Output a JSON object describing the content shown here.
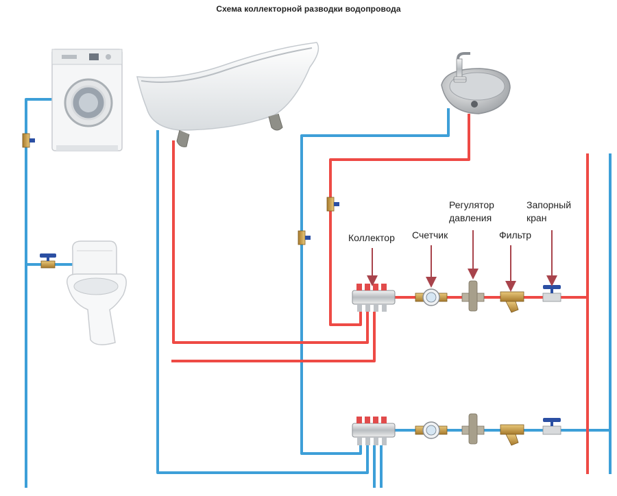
{
  "title": "Схема коллекторной разводки водопровода",
  "labels": {
    "collector": "Коллектор",
    "meter": "Счетчик",
    "pressure_regulator_line1": "Регулятор",
    "pressure_regulator_line2": "давления",
    "filter": "Фильтр",
    "shutoff_valve_line1": "Запорный",
    "shutoff_valve_line2": "кран"
  },
  "colors": {
    "hot_pipe": "#ee4a45",
    "cold_pipe": "#3d9fd8",
    "arrow": "#a8434b",
    "valve_handle": "#2b4fa3",
    "brass": "#c9a24e"
  }
}
